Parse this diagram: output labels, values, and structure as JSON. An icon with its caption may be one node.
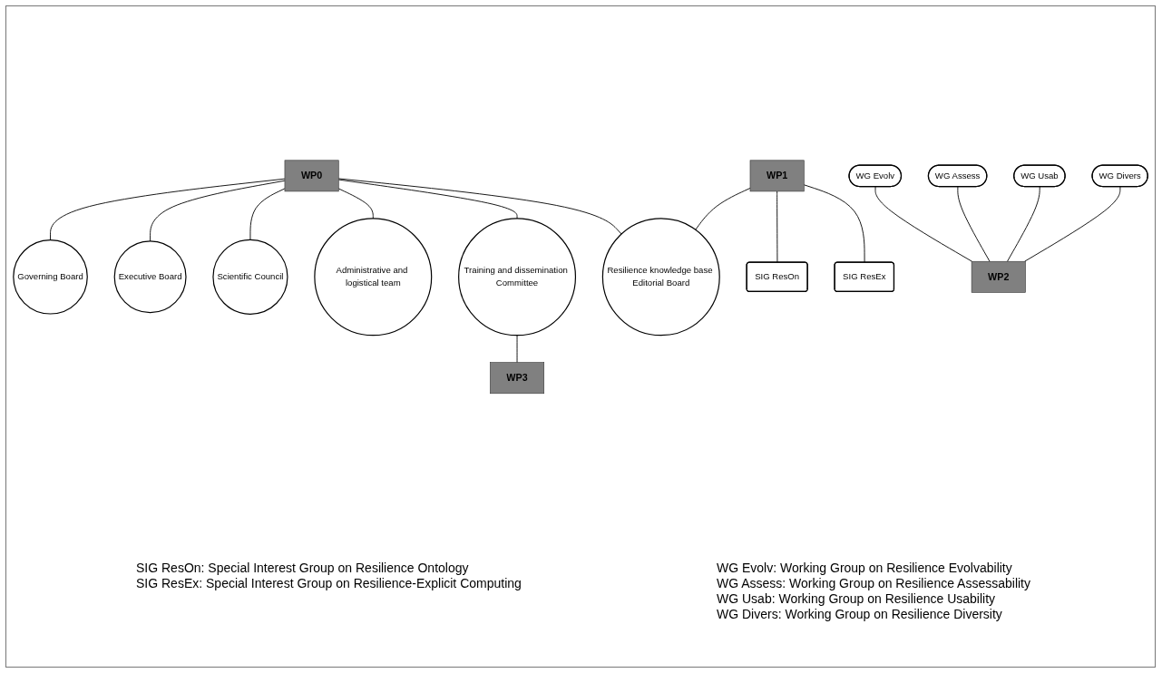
{
  "diagram": {
    "nodes": [
      {
        "text": [
          "WP0"
        ]
      },
      {
        "text": [
          "Governing Board"
        ]
      },
      {
        "text": [
          "Executive Board"
        ]
      },
      {
        "text": [
          "Scientific Council"
        ]
      },
      {
        "text": [
          "Administrative and logistical team"
        ]
      },
      {
        "text": [
          "Training and dissemination Committee"
        ]
      },
      {
        "text": [
          "WP3"
        ]
      },
      {
        "text": [
          "WP1"
        ]
      },
      {
        "text": [
          "Resilience knowledge base Editorial Board"
        ]
      },
      {
        "text": [
          "WG Evolv"
        ]
      },
      {
        "text": [
          "WG Assess"
        ]
      },
      {
        "text": [
          "SIG ResOn"
        ]
      },
      {
        "text": [
          "SIG ResEx"
        ]
      },
      {
        "text": [
          "WP2"
        ]
      },
      {
        "text": [
          "WG Usab"
        ]
      },
      {
        "text": [
          "WG Divers"
        ]
      }
    ],
    "edges": [
      {
        "from": 0,
        "to": 1,
        "arrow": "none"
      },
      {
        "from": 0,
        "to": 4,
        "arrow": "none"
      },
      {
        "from": 0,
        "to": 2,
        "arrow": "none"
      },
      {
        "from": 0,
        "to": 5,
        "arrow": "none"
      },
      {
        "from": 0,
        "to": 8,
        "arrow": "none"
      },
      {
        "from": 0,
        "to": 3,
        "arrow": "none"
      },
      {
        "from": 5,
        "to": 6,
        "arrow": "none"
      },
      {
        "from": 7,
        "to": 8,
        "arrow": "none"
      },
      {
        "from": 7,
        "to": 11,
        "arrow": "none"
      },
      {
        "from": 7,
        "to": 12,
        "arrow": "none"
      },
      {
        "from": 9,
        "to": 13,
        "arrow": "none"
      },
      {
        "from": 10,
        "to": 13,
        "arrow": "none"
      },
      {
        "from": 14,
        "to": 13,
        "arrow": "none"
      },
      {
        "from": 15,
        "to": 13,
        "arrow": "none"
      }
    ],
    "labels": [
      "SIG ResOn: Special Interest Group on Resilience Ontology",
      "SIG ResEx: Special Interest Group on Resilience-Explicit Computing",
      "WG Evolv: Working Group on Resilience Evolvability",
      "WG Assess: Working Group on Resilience Assessability",
      "WG Usab: Working Group on Resilience Usability",
      "WG Divers: Working Group on Resilience Diversity"
    ]
  }
}
